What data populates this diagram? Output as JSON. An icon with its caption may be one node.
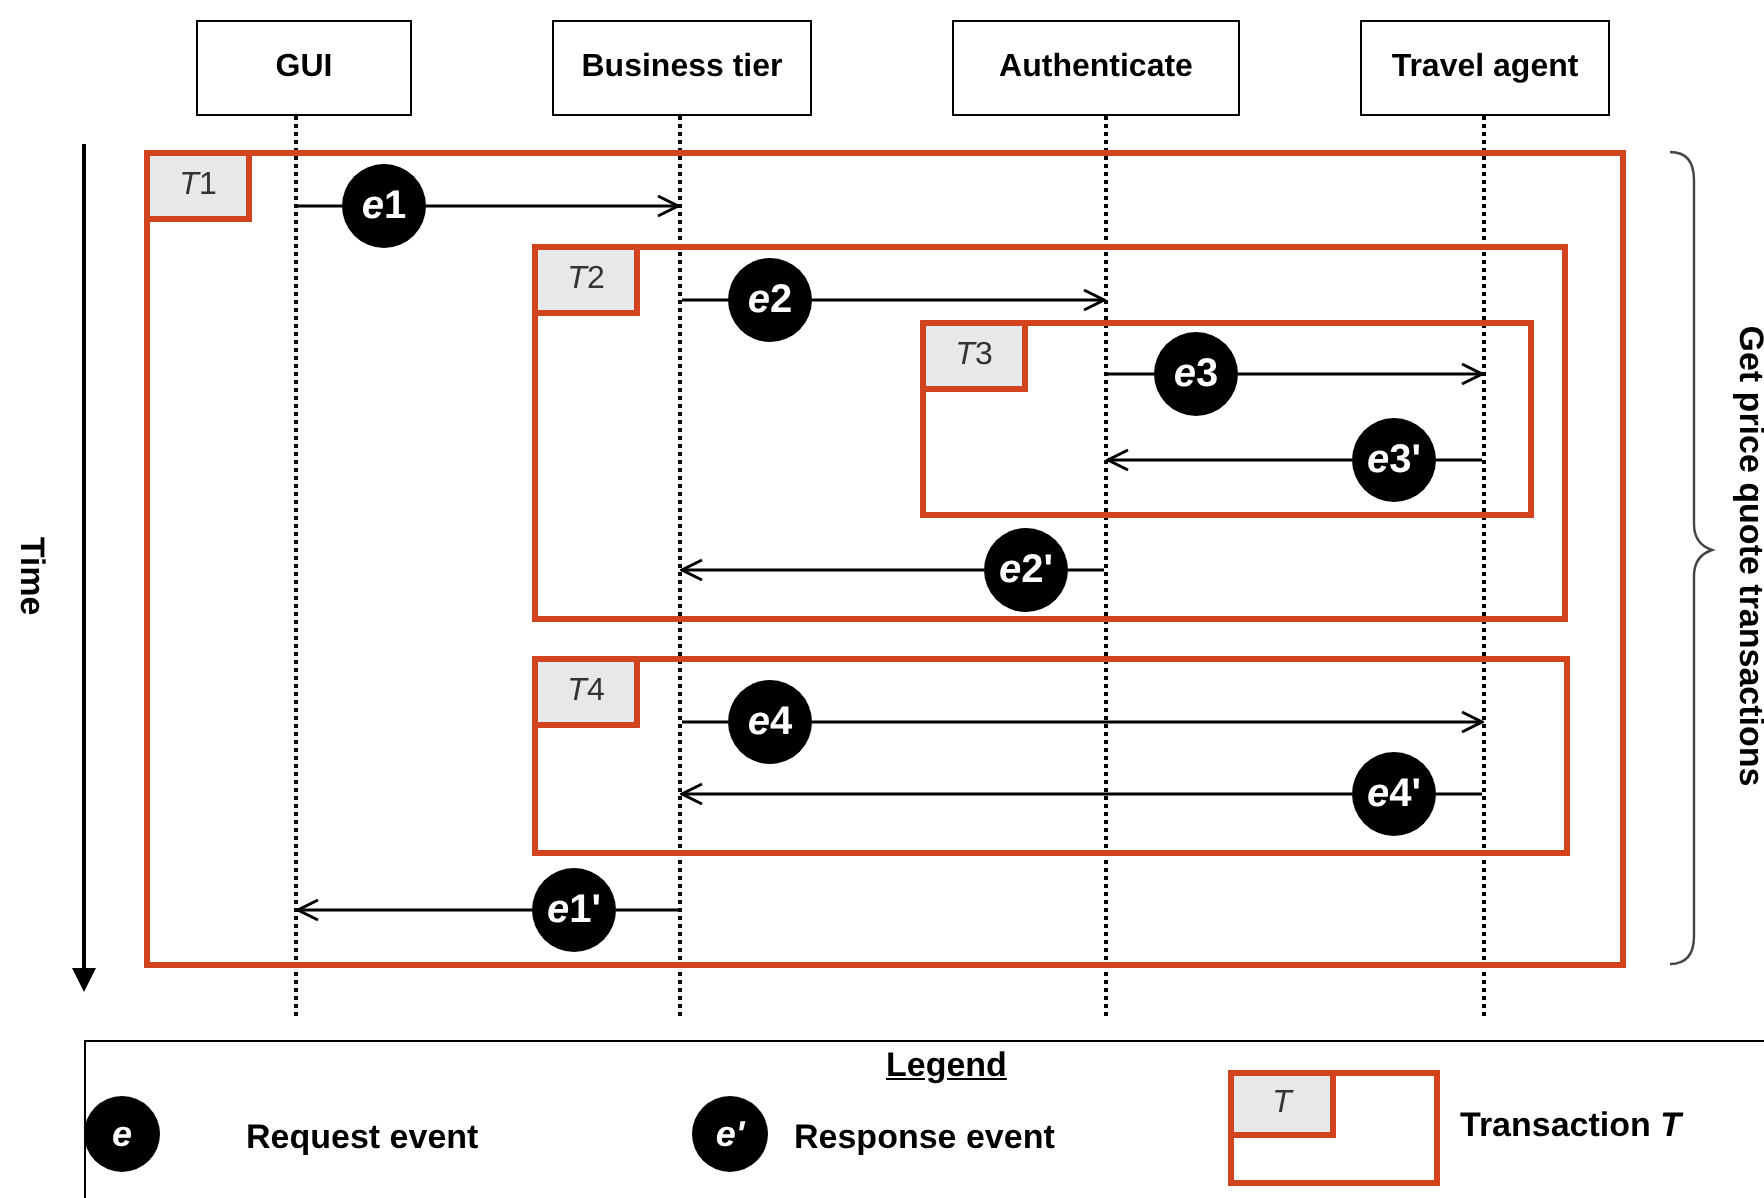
{
  "diagram": {
    "nodes": [
      {
        "text": [
          "GUI"
        ]
      },
      {
        "text": [
          "Business tier"
        ]
      },
      {
        "text": [
          "Authenticate"
        ]
      },
      {
        "text": [
          "Travel agent"
        ]
      },
      {
        "text": [],
        "shape": "bar"
      },
      {
        "text": [],
        "shape": "bar"
      },
      {
        "text": [],
        "shape": "bar"
      },
      {
        "text": [],
        "shape": "bar"
      },
      {
        "text": [
          "T1"
        ]
      },
      {
        "text": [
          "T2"
        ],
        "in": 8
      },
      {
        "text": [
          "T3"
        ],
        "in": 9
      },
      {
        "text": [
          "T4"
        ],
        "in": 8
      },
      {
        "text": [
          "e1"
        ],
        "in": 8
      },
      {
        "text": [
          "e2"
        ],
        "in": 9
      },
      {
        "text": [
          "e3"
        ],
        "in": 10
      },
      {
        "text": [
          "e3'"
        ],
        "in": 10
      },
      {
        "text": [
          "e2'"
        ],
        "in": 9
      },
      {
        "text": [
          "e4"
        ],
        "in": 11
      },
      {
        "text": [
          "e4'"
        ],
        "in": 11
      },
      {
        "text": [
          "e1'"
        ],
        "in": 8
      }
    ],
    "edges": [
      {
        "from": 4,
        "to": 12,
        "arrow": "none"
      },
      {
        "from": 12,
        "to": 5,
        "arrow": "to"
      },
      {
        "from": 5,
        "to": 13,
        "arrow": "none"
      },
      {
        "from": 13,
        "to": 6,
        "arrow": "to"
      },
      {
        "from": 6,
        "to": 14,
        "arrow": "none"
      },
      {
        "from": 14,
        "to": 7,
        "arrow": "to"
      },
      {
        "from": 7,
        "to": 15,
        "arrow": "none"
      },
      {
        "from": 15,
        "to": 6,
        "arrow": "to"
      },
      {
        "from": 6,
        "to": 16,
        "arrow": "none"
      },
      {
        "from": 16,
        "to": 5,
        "arrow": "to"
      },
      {
        "from": 5,
        "to": 17,
        "arrow": "none"
      },
      {
        "from": 17,
        "to": 7,
        "arrow": "to"
      },
      {
        "from": 7,
        "to": 18,
        "arrow": "none"
      },
      {
        "from": 18,
        "to": 5,
        "arrow": "to"
      },
      {
        "from": 5,
        "to": 19,
        "arrow": "none"
      },
      {
        "from": 19,
        "to": 4,
        "arrow": "to"
      }
    ],
    "labels": [
      "Time",
      "Get price quote transactions",
      "Legend",
      "e",
      "e'",
      "T"
    ],
    "legend": [
      {
        "text": "Request event"
      },
      {
        "text": "Response event"
      },
      {
        "text": "Transaction *T*"
      }
    ]
  }
}
